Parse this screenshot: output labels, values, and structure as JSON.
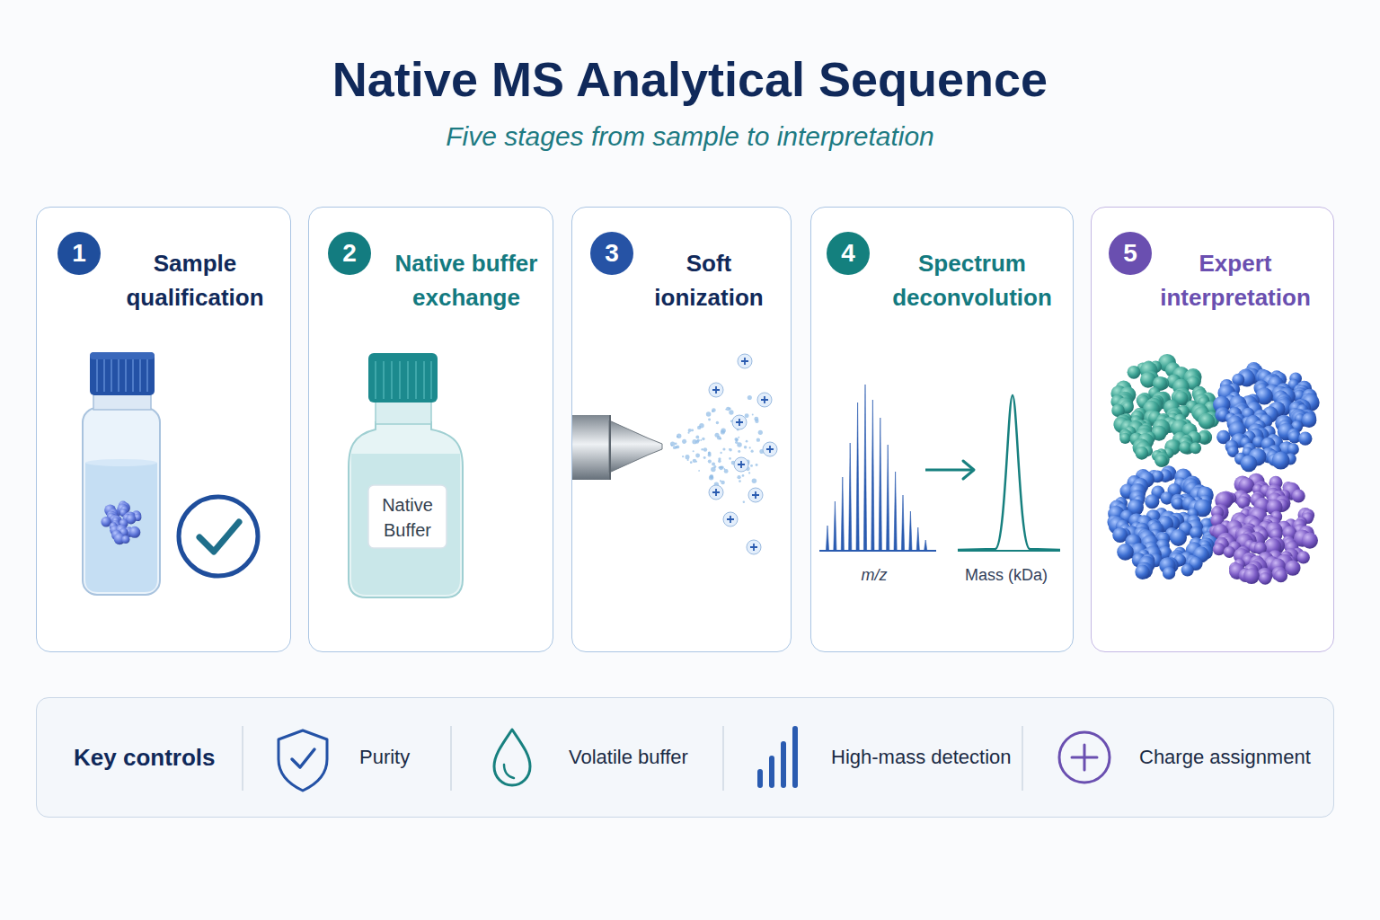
{
  "diagram": {
    "title": "Native MS Analytical Sequence",
    "caption": "Five stages from sample to interpretation",
    "nodes": [
      {
        "text": [
          "Sample qualification"
        ]
      },
      {
        "text": [
          "1"
        ],
        "in": 0
      },
      {
        "text": [
          "Native buffer exchange"
        ]
      },
      {
        "text": [
          "2"
        ],
        "in": 2
      },
      {
        "text": [
          "Soft ionization"
        ]
      },
      {
        "text": [
          "3"
        ],
        "in": 4
      },
      {
        "text": [
          "Spectrum deconvolution"
        ]
      },
      {
        "text": [
          "4"
        ],
        "in": 6
      },
      {
        "text": [
          "Expert interpretation"
        ]
      },
      {
        "text": [
          "5"
        ],
        "in": 8
      },
      {
        "text": [
          "Key controls"
        ]
      }
    ],
    "labels": [
      "Native Buffer",
      "m/z",
      "Mass (kDa)",
      "Purity",
      "Volatile buffer",
      "High-mass detection",
      "Charge assignment"
    ]
  }
}
